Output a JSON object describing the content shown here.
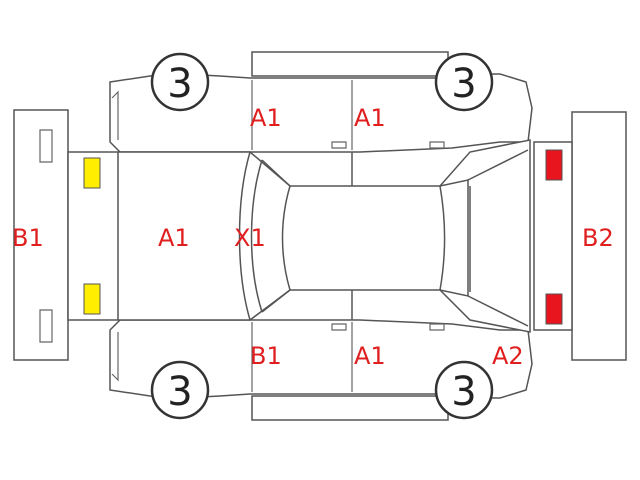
{
  "colors": {
    "label": "#e02020",
    "outline": "#555555",
    "fog_lamp": "#ffee00",
    "tail_lamp": "#e8141e"
  },
  "wheel_badges": {
    "front_left": "3",
    "rear_left": "3",
    "front_right": "3",
    "rear_right": "3"
  },
  "grades": {
    "front_bumper": "B1",
    "hood": "A1",
    "windshield": "X1",
    "rear_bumper": "B2",
    "top_front_door": "A1",
    "top_rear_door": "A1",
    "bottom_front_door": "B1",
    "bottom_rear_door": "A1",
    "rear_quarter": "A2"
  },
  "icons": {
    "front_lamps": "fog-lamp-icon",
    "rear_lamps": "tail-lamp-icon"
  }
}
